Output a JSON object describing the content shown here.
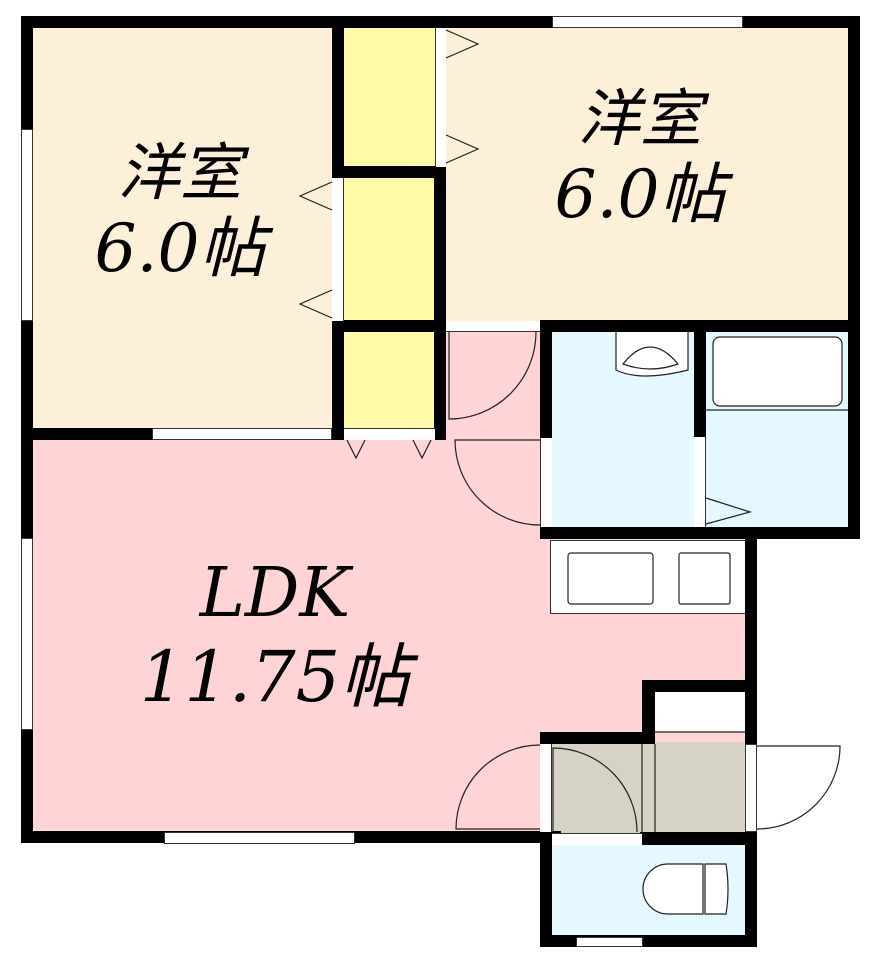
{
  "floorplan": {
    "colors": {
      "western_room": "#fdf0d8",
      "closet": "#fffaa8",
      "ldk": "#ffd4d6",
      "wet_area": "#e6f8ff",
      "entrance": "#d6d3c4",
      "wall": "#000000",
      "fixture": "#ffffff"
    },
    "rooms": [
      {
        "id": "western-room-left",
        "name": "洋室",
        "size": "6.0帖"
      },
      {
        "id": "western-room-right",
        "name": "洋室",
        "size": "6.0帖"
      },
      {
        "id": "ldk",
        "name": "LDK",
        "size": "11.75帖"
      }
    ],
    "unlabeled_areas": [
      "closet",
      "closet",
      "closet",
      "hallway",
      "washroom",
      "bathroom",
      "kitchen-counter",
      "entrance",
      "shoe-storage",
      "toilet"
    ]
  }
}
